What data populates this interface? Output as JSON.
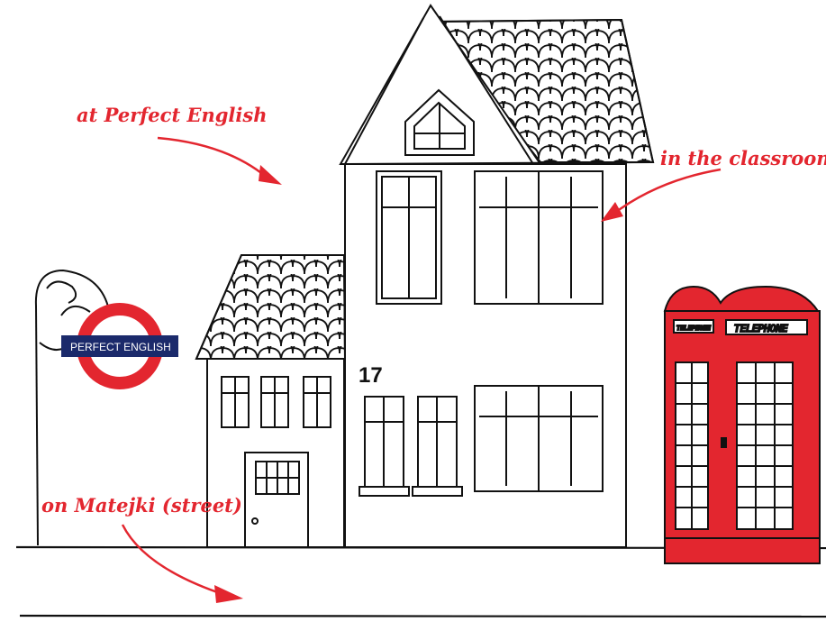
{
  "annotations": {
    "at_school": "at Perfect English",
    "in_classroom": "in the classroom",
    "on_street": "on Matejki (street)"
  },
  "building": {
    "house_number": "17"
  },
  "underground_sign": {
    "label": "PERFECT ENGLISH"
  },
  "phone_box": {
    "sign_left": "TELEPHONE",
    "sign_right": "TELEPHONE"
  },
  "colors": {
    "accent_red": "#e3262f",
    "phone_box_red": "#e3262f",
    "sign_blue": "#1b2a6b",
    "ink": "#111111"
  }
}
